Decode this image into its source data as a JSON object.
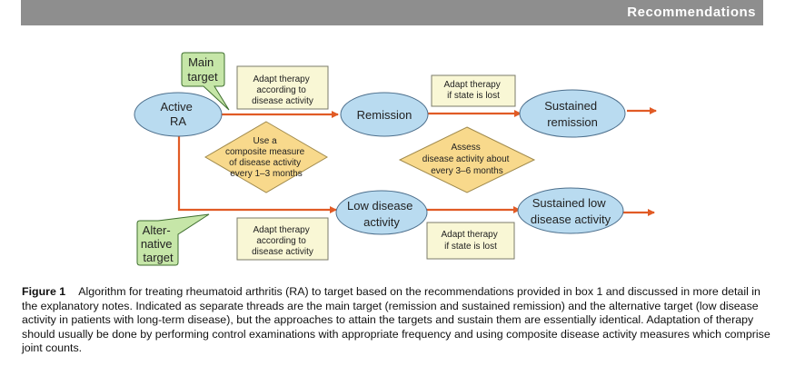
{
  "header": {
    "title": "Recommendations"
  },
  "diagram": {
    "active_ra": [
      "Active",
      "RA"
    ],
    "main_target": [
      "Main",
      "target"
    ],
    "alt_target": [
      "Alter-",
      "native",
      "target"
    ],
    "remission": [
      "Remission"
    ],
    "sustained_remission": [
      "Sustained",
      "remission"
    ],
    "low_disease": [
      "Low disease",
      "activity"
    ],
    "sustained_low": [
      "Sustained low",
      "disease activity"
    ],
    "adapt_upper_left": [
      "Adapt therapy",
      "according to",
      "disease activity"
    ],
    "adapt_upper_right": [
      "Adapt therapy",
      "if state is lost"
    ],
    "adapt_lower_left": [
      "Adapt therapy",
      "according to",
      "disease activity"
    ],
    "adapt_lower_right": [
      "Adapt therapy",
      "if state is lost"
    ],
    "composite_measure": [
      "Use a",
      "composite measure",
      "of disease activity",
      "every 1–3 months"
    ],
    "assess_activity": [
      "Assess",
      "disease activity about",
      "every 3–6 months"
    ]
  },
  "colors": {
    "ellipse_fill": "#b9dbf0",
    "ellipse_stroke": "#4d6f8c",
    "callout_fill": "#c6e6a8",
    "callout_stroke": "#3e6e2e",
    "box_fill": "#f9f7d5",
    "box_stroke": "#7b7b6a",
    "diamond_fill": "#f8d98c",
    "diamond_stroke": "#a08a4c",
    "arrow": "#e15b25"
  },
  "caption": {
    "label": "Figure 1",
    "text": "Algorithm for treating rheumatoid arthritis (RA) to target based on the recommendations provided in box 1 and discussed in more detail in the explanatory notes. Indicated as separate threads are the main target (remission and sustained remission) and the alternative target (low disease activity in patients with long-term disease), but the approaches to attain the targets and sustain them are essentially identical. Adaptation of therapy should usually be done by performing control examinations with appropriate frequency and using composite disease activity measures which comprise joint counts."
  }
}
